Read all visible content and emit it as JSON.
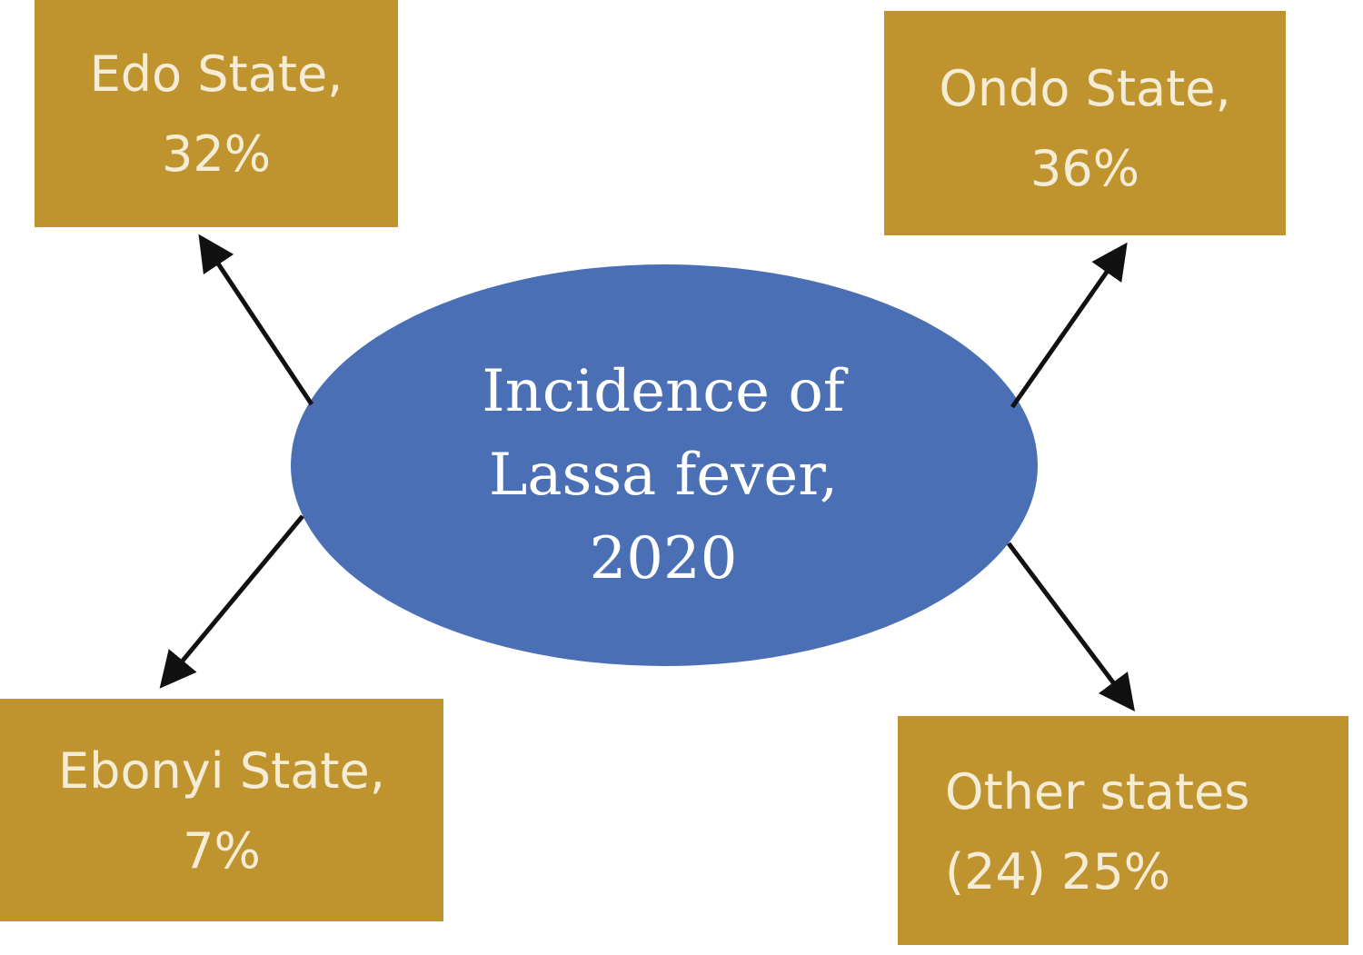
{
  "center": {
    "lines": [
      "Incidence of",
      "Lassa fever,",
      "2020"
    ]
  },
  "boxes": {
    "edo": {
      "lines": [
        "Edo State,",
        "32%"
      ]
    },
    "ondo": {
      "lines": [
        "Ondo State,",
        "36%"
      ]
    },
    "ebonyi": {
      "lines": [
        "Ebonyi State,",
        "7%"
      ]
    },
    "other": {
      "lines": [
        "Other states",
        "(24) 25%"
      ]
    }
  },
  "colors": {
    "box": "#bf942f",
    "ellipse": "#4a6fb4",
    "arrow": "#111111"
  }
}
